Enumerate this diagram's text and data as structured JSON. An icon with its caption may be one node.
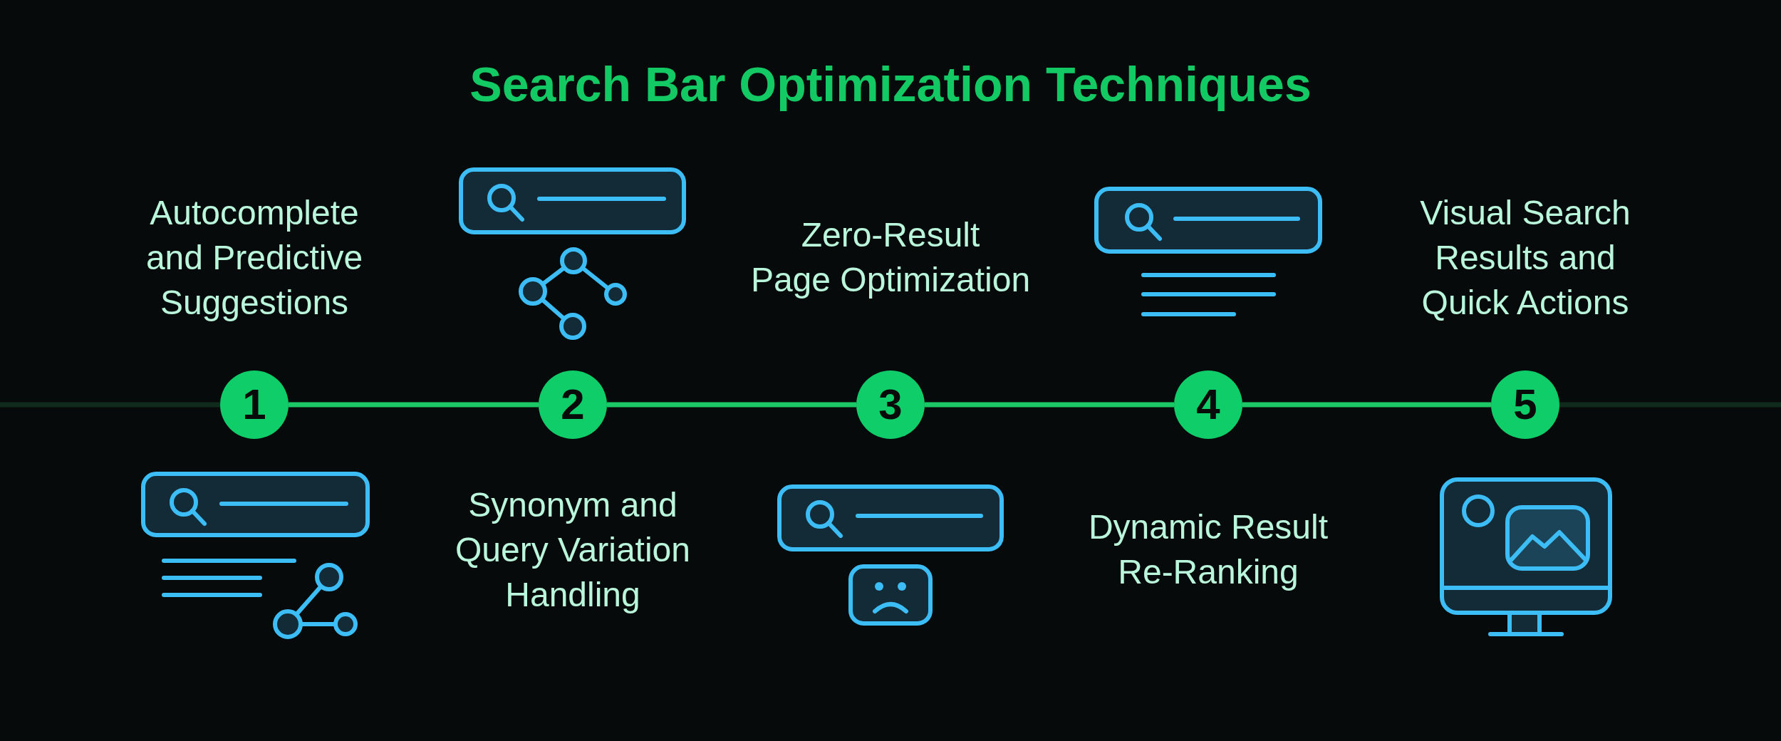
{
  "diagram": {
    "title": "Search Bar Optimization Techniques",
    "nodes": [
      {
        "text": [
          "1"
        ],
        "beside": [
          "Autocomplete and Predictive Suggestions"
        ]
      },
      {
        "text": [
          "2"
        ],
        "beside": [
          "Synonym and Query Variation Handling"
        ]
      },
      {
        "text": [
          "3"
        ],
        "beside": [
          "Zero-Result Page Optimization"
        ]
      },
      {
        "text": [
          "4"
        ],
        "beside": [
          "Dynamic Result Re-Ranking"
        ]
      },
      {
        "text": [
          "5"
        ],
        "beside": [
          "Visual Search Results and Quick Actions"
        ]
      }
    ],
    "edges": [
      {
        "from": null,
        "to": 0,
        "arrow": "none",
        "color": "#0e2b1d"
      },
      {
        "from": 0,
        "to": 1,
        "arrow": "none"
      },
      {
        "from": 1,
        "to": 2,
        "arrow": "none"
      },
      {
        "from": 2,
        "to": 3,
        "arrow": "none"
      },
      {
        "from": 3,
        "to": 4,
        "arrow": "none"
      },
      {
        "from": 4,
        "to": null,
        "arrow": "none",
        "color": "#0e2b1d"
      }
    ]
  }
}
